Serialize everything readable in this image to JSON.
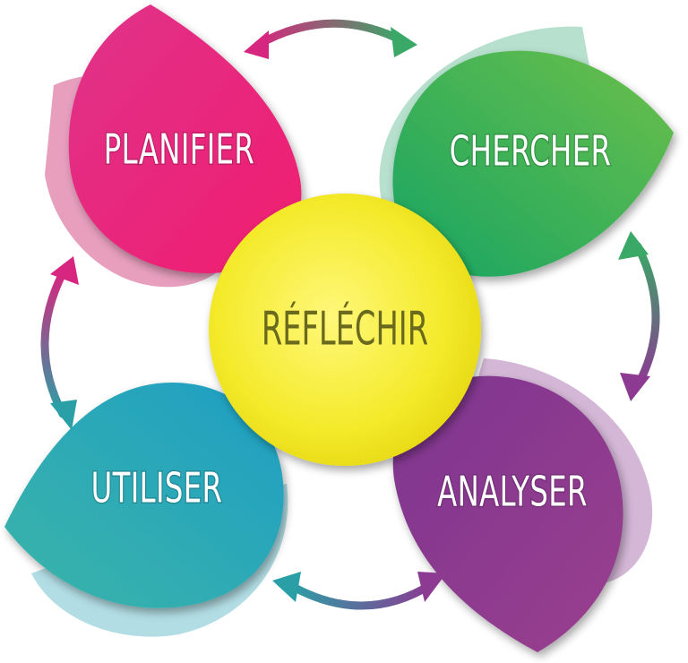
{
  "center": {
    "label": "RÉFLÉCHIR",
    "color": "#f4ea2a"
  },
  "petals": [
    {
      "id": "planifier",
      "label": "PLANIFIER",
      "color": "#e81d7b",
      "shadow": "#e07fa8"
    },
    {
      "id": "chercher",
      "label": "CHERCHER",
      "color": "#2fb36b",
      "shadow": "#9fd6be"
    },
    {
      "id": "analyser",
      "label": "ANALYSER",
      "color": "#8c3a92",
      "shadow": "#c9a5cc"
    },
    {
      "id": "utiliser",
      "label": "UTILISER",
      "color": "#28a7b8",
      "shadow": "#9fd5dd"
    }
  ],
  "arrow_colors": {
    "pink": "#d6267f",
    "green": "#3aa867",
    "purple": "#8c3a92",
    "teal": "#2aa0a6"
  }
}
